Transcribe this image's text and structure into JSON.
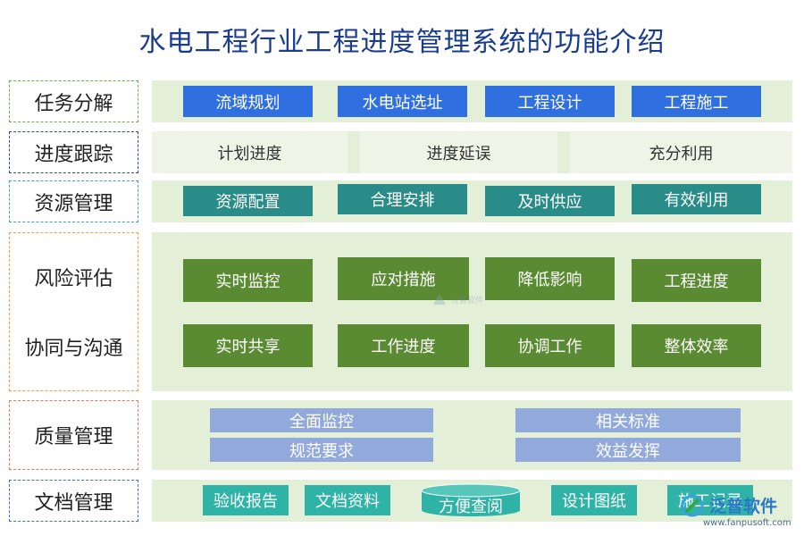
{
  "title": "水电工程行业工程进度管理系统的功能介绍",
  "rows": {
    "task": {
      "label": "任务分解",
      "items": [
        "流域规划",
        "水电站选址",
        "工程设计",
        "工程施工"
      ]
    },
    "progress": {
      "label": "进度跟踪",
      "items": [
        "计划进度",
        "进度延误",
        "充分利用"
      ]
    },
    "resource": {
      "label": "资源管理",
      "items": [
        "资源配置",
        "合理安排",
        "及时供应",
        "有效利用"
      ]
    },
    "risk": {
      "label": "风险评估",
      "items": [
        "实时监控",
        "应对措施",
        "降低影响",
        "工程进度"
      ]
    },
    "collab": {
      "label": "协同与沟通",
      "items": [
        "实时共享",
        "工作进度",
        "协调工作",
        "整体效率"
      ]
    },
    "quality": {
      "label": "质量管理",
      "items": [
        "全面监控",
        "相关标准",
        "规范要求",
        "效益发挥"
      ]
    },
    "docs": {
      "label": "文档管理",
      "items": [
        "验收报告",
        "文档资料",
        "方便查阅",
        "设计图纸",
        "施工记录"
      ]
    }
  },
  "brand": {
    "name": "泛普软件",
    "url": "www.fanpusoft.com"
  },
  "colors": {
    "title": "#1a3d8f",
    "panel": "#e3efd7",
    "blue": "#2f6fe0",
    "teal": "#2a8c88",
    "olive": "#5a8a32",
    "lavender": "#92a9db",
    "doc": "#2fb3a6"
  }
}
